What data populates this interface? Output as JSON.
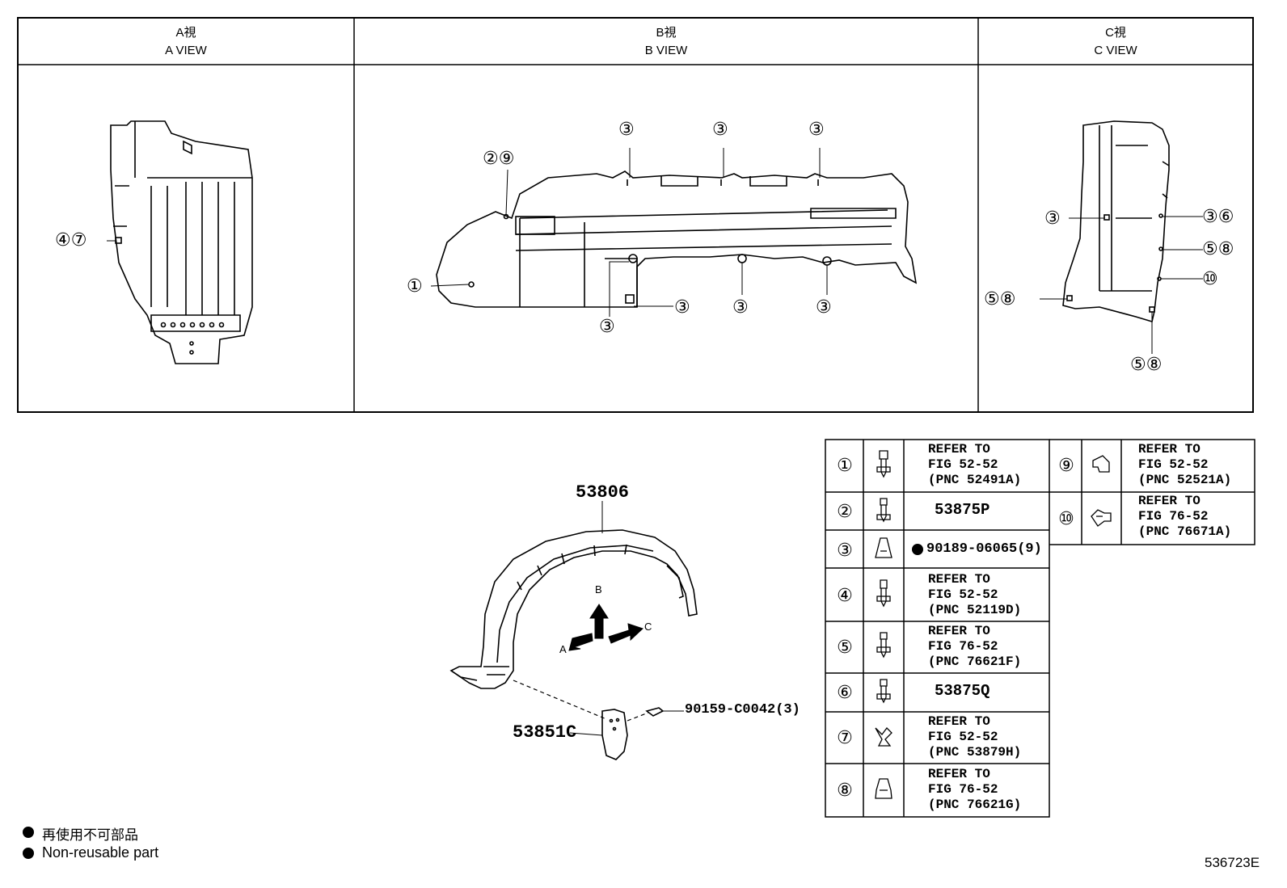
{
  "views": [
    {
      "jp": "A視",
      "en": "A VIEW"
    },
    {
      "jp": "B視",
      "en": "B VIEW"
    },
    {
      "jp": "C視",
      "en": "C VIEW"
    }
  ],
  "a_view_callouts": [
    "④⑦"
  ],
  "b_view_callouts": {
    "top": [
      "③",
      "③",
      "③"
    ],
    "left_upper": "②⑨",
    "left": "①",
    "bottom": [
      "③",
      "③",
      "③",
      "③"
    ]
  },
  "c_view_callouts": {
    "left": "③",
    "right": [
      "③⑥",
      "⑤⑧",
      "⑩"
    ],
    "bottom_left": "⑤⑧",
    "bottom": "⑤⑧"
  },
  "main_parts": {
    "liner": "53806",
    "flap": "53851C",
    "screw": "90159-C0042(3)",
    "arrow_a": "A",
    "arrow_b": "B",
    "arrow_c": "C"
  },
  "ref_table": {
    "left": [
      {
        "num": "①",
        "text": "REFER TO\nFIG 52-52\n(PNC 52491A)"
      },
      {
        "num": "②",
        "text": "53875P"
      },
      {
        "num": "③",
        "text": "90189-06065(9)",
        "non_reusable": true
      },
      {
        "num": "④",
        "text": "REFER TO\nFIG 52-52\n(PNC 52119D)"
      },
      {
        "num": "⑤",
        "text": "REFER TO\nFIG 76-52\n(PNC 76621F)"
      },
      {
        "num": "⑥",
        "text": "53875Q"
      },
      {
        "num": "⑦",
        "text": "REFER TO\nFIG 52-52\n(PNC 53879H)"
      },
      {
        "num": "⑧",
        "text": "REFER TO\nFIG 76-52\n(PNC 76621G)"
      }
    ],
    "right": [
      {
        "num": "⑨",
        "text": "REFER TO\nFIG 52-52\n(PNC 52521A)"
      },
      {
        "num": "⑩",
        "text": "REFER TO\nFIG 76-52\n(PNC 76671A)"
      }
    ]
  },
  "legend": {
    "jp": "再使用不可部品",
    "en": "Non-reusable part"
  },
  "figure_id": "536723E"
}
